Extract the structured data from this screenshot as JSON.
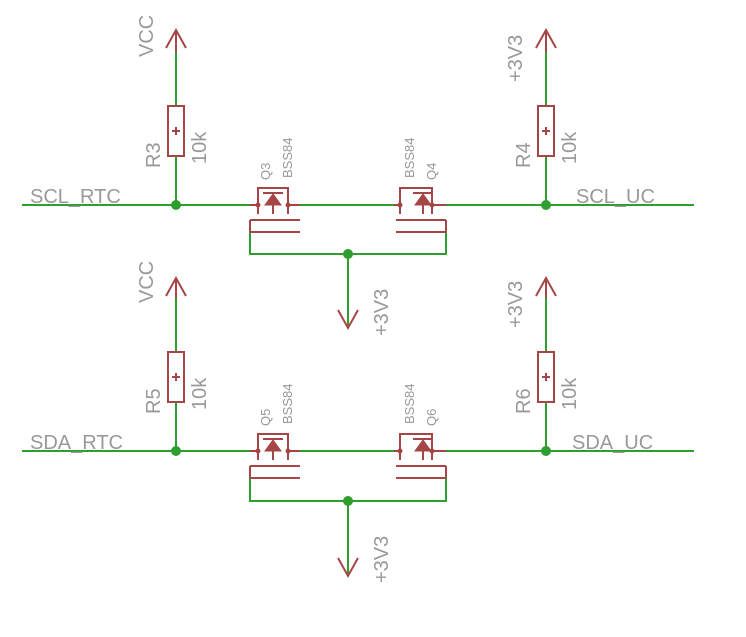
{
  "nets": {
    "scl_rtc": "SCL_RTC",
    "scl_uc": "SCL_UC",
    "sda_rtc": "SDA_RTC",
    "sda_uc": "SDA_UC"
  },
  "power": {
    "vcc_1": "VCC",
    "vcc_2": "VCC",
    "p3v3_1": "+3V3",
    "p3v3_2": "+3V3",
    "p3v3_gnd_1": "+3V3",
    "p3v3_gnd_2": "+3V3"
  },
  "resistors": [
    {
      "name": "R3",
      "value": "10k"
    },
    {
      "name": "R4",
      "value": "10k"
    },
    {
      "name": "R5",
      "value": "10k"
    },
    {
      "name": "R6",
      "value": "10k"
    }
  ],
  "transistors": [
    {
      "name": "Q3",
      "value": "BSS84"
    },
    {
      "name": "Q4",
      "value": "BSS84"
    },
    {
      "name": "Q5",
      "value": "BSS84"
    },
    {
      "name": "Q6",
      "value": "BSS84"
    }
  ],
  "colors": {
    "wire": "#2e9e2e",
    "symbol": "#a64545",
    "text": "#999999"
  }
}
